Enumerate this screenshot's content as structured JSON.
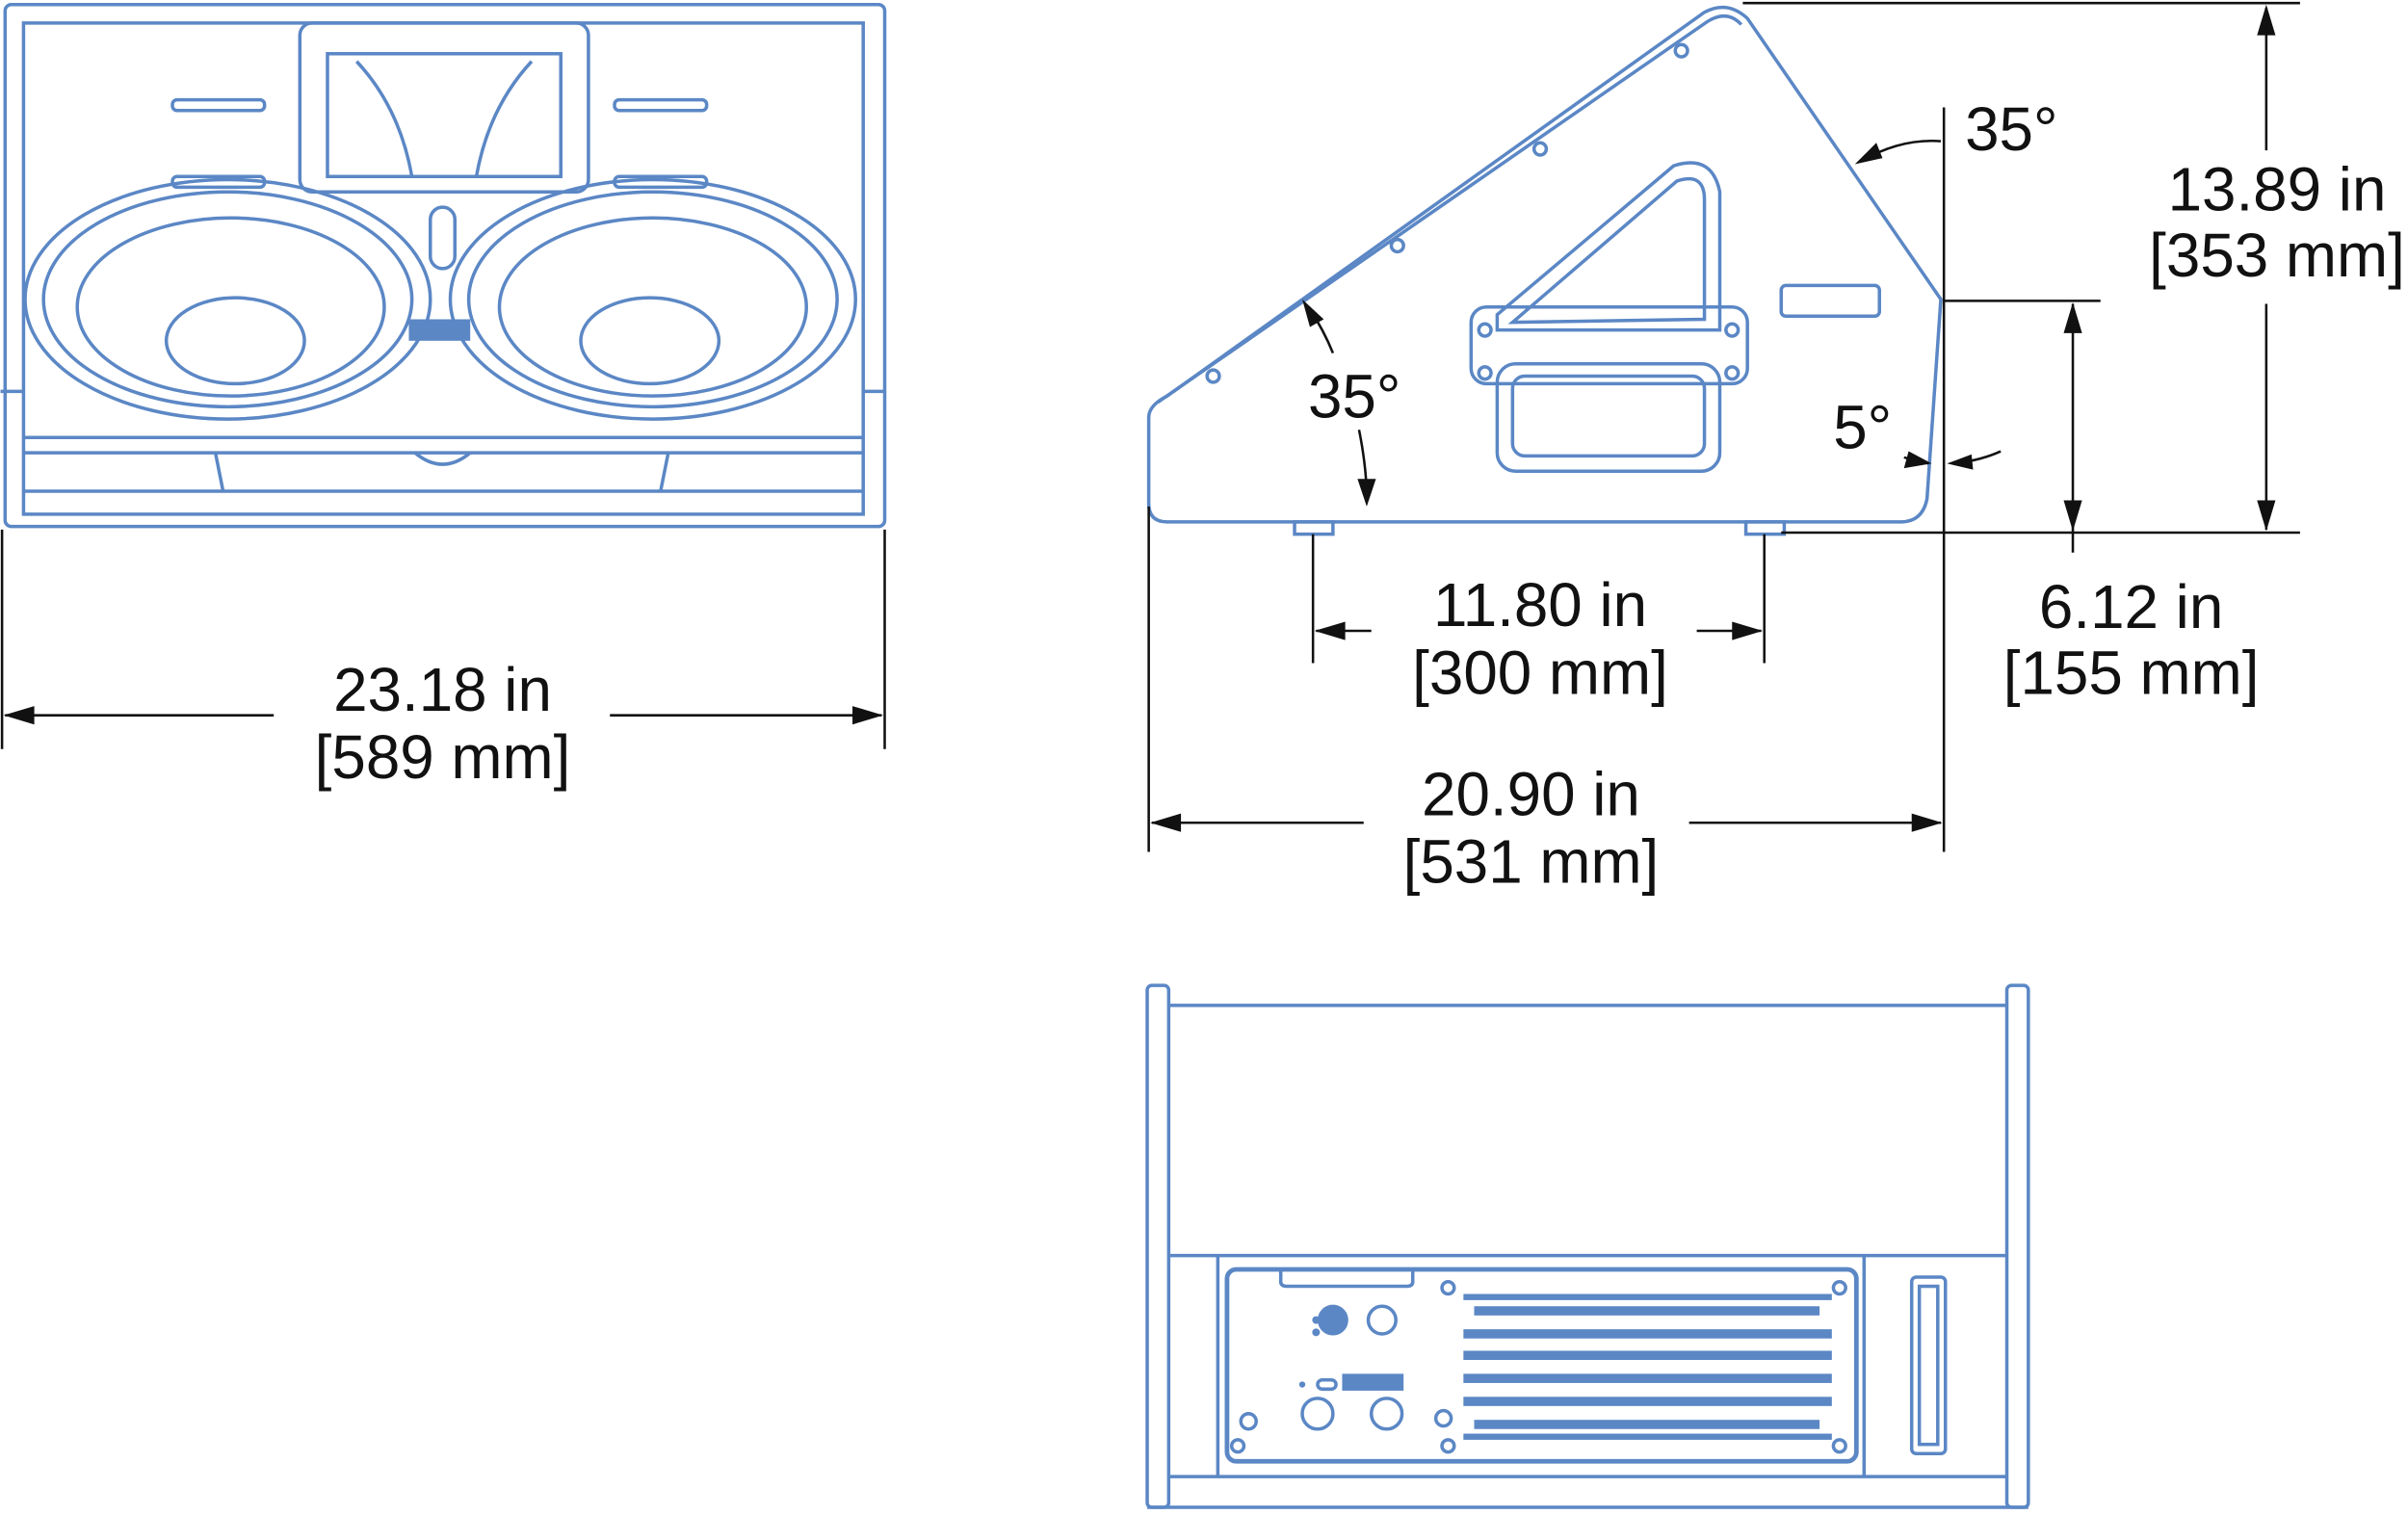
{
  "colors": {
    "drawing": "#5b87c5",
    "dimension": "#111111"
  },
  "dimensions": {
    "front_width": {
      "imperial": "23.18 in",
      "metric": "[589 mm]"
    },
    "feet_spacing": {
      "imperial": "11.80 in",
      "metric": "[300 mm]"
    },
    "depth": {
      "imperial": "20.90 in",
      "metric": "[531 mm]"
    },
    "height": {
      "imperial": "13.89 in",
      "metric": "[353 mm]"
    },
    "rear_height": {
      "imperial": "6.12 in",
      "metric": "[155 mm]"
    }
  },
  "angles": {
    "top": "35°",
    "front": "35°",
    "rear": "5°"
  }
}
